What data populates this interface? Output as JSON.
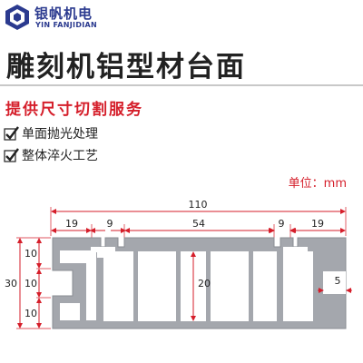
{
  "brand": {
    "name_cn": "银帆机电",
    "name_en": "YIN FANJIDIAN"
  },
  "title": "雕刻机铝型材台面",
  "subtitle": "提供尺寸切割服务",
  "features": [
    {
      "label": "单面抛光处理"
    },
    {
      "label": "整体淬火工艺"
    }
  ],
  "unit": "单位：mm",
  "dimensions": {
    "overall_width": "110",
    "left_margin": "19",
    "left_slot": "9",
    "center_width": "54",
    "right_slot": "9",
    "right_margin": "19",
    "total_height": "30",
    "upper_layer": "10",
    "middle_layer": "10",
    "lower_layer": "10",
    "inner_height": "20",
    "edge_width": "5"
  },
  "colors": {
    "accent": "#d51e2a",
    "brand": "#2b3a8f",
    "profile": "#a4a7ad"
  }
}
